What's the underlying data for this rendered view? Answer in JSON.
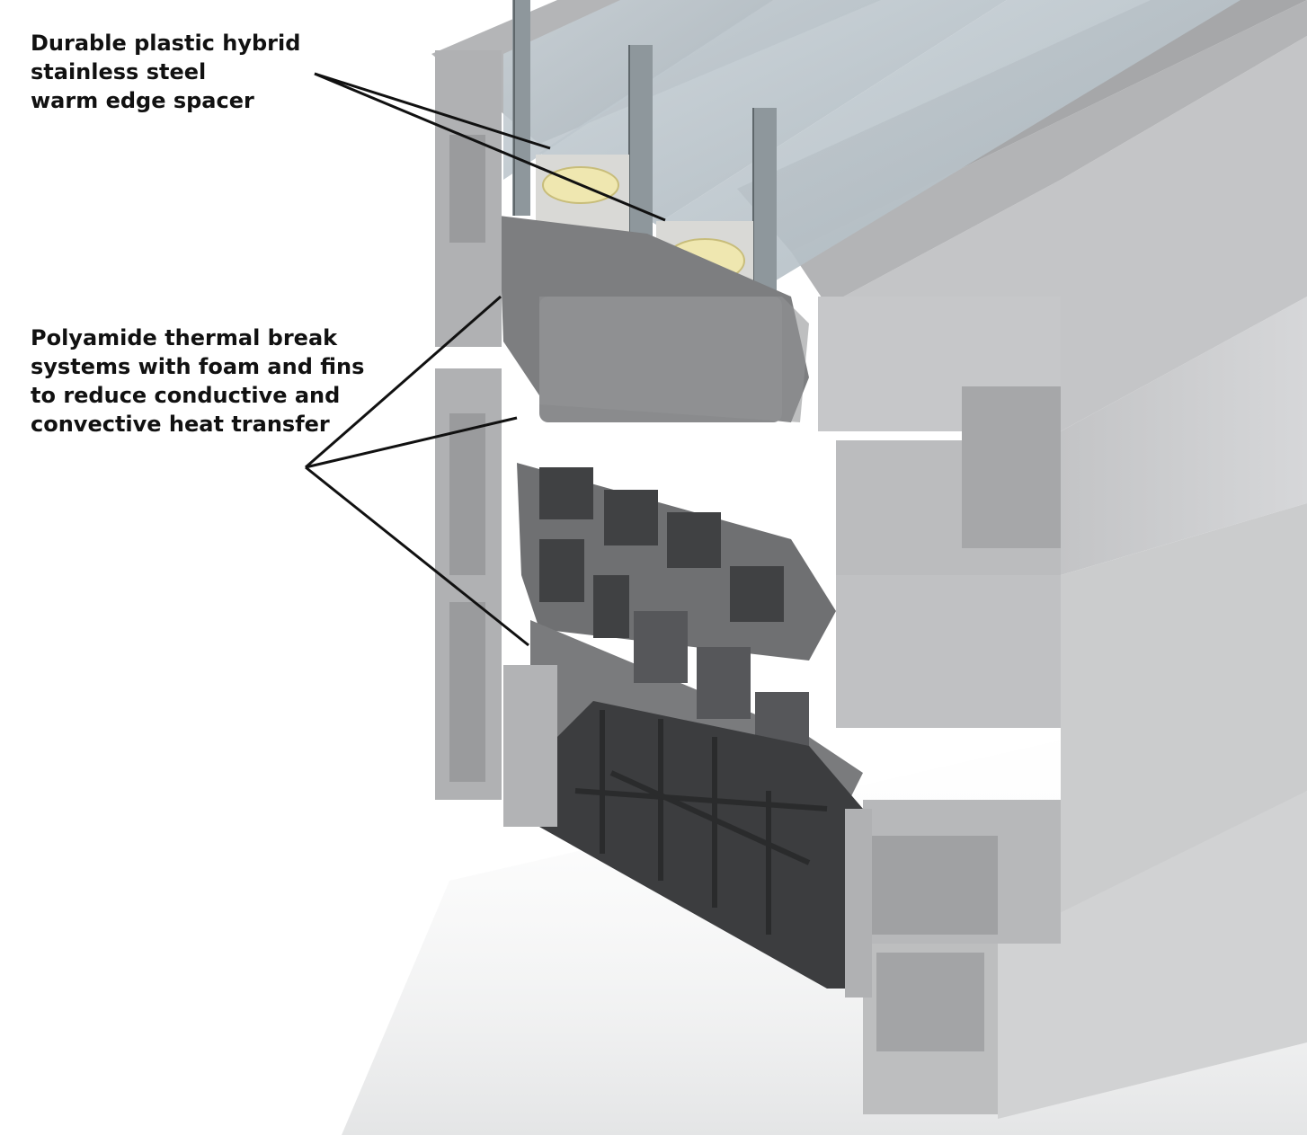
{
  "callouts": {
    "spacer": {
      "lines": [
        "Durable plastic hybrid",
        "stainless steel",
        "warm edge spacer"
      ]
    },
    "thermal_break": {
      "lines": [
        "Polyamide thermal break",
        "systems with foam and fins",
        "to reduce conductive and",
        "convective heat transfer"
      ]
    }
  },
  "colors": {
    "aluminium_light": "#c9cacc",
    "aluminium_mid": "#a7a8aa",
    "aluminium_dark": "#8f9092",
    "polyamide": "#6f7072",
    "polyamide_dark": "#3c3d3f",
    "glass": "#b9c3c9",
    "foam": "#efe7b0",
    "leader_line": "#111111"
  }
}
